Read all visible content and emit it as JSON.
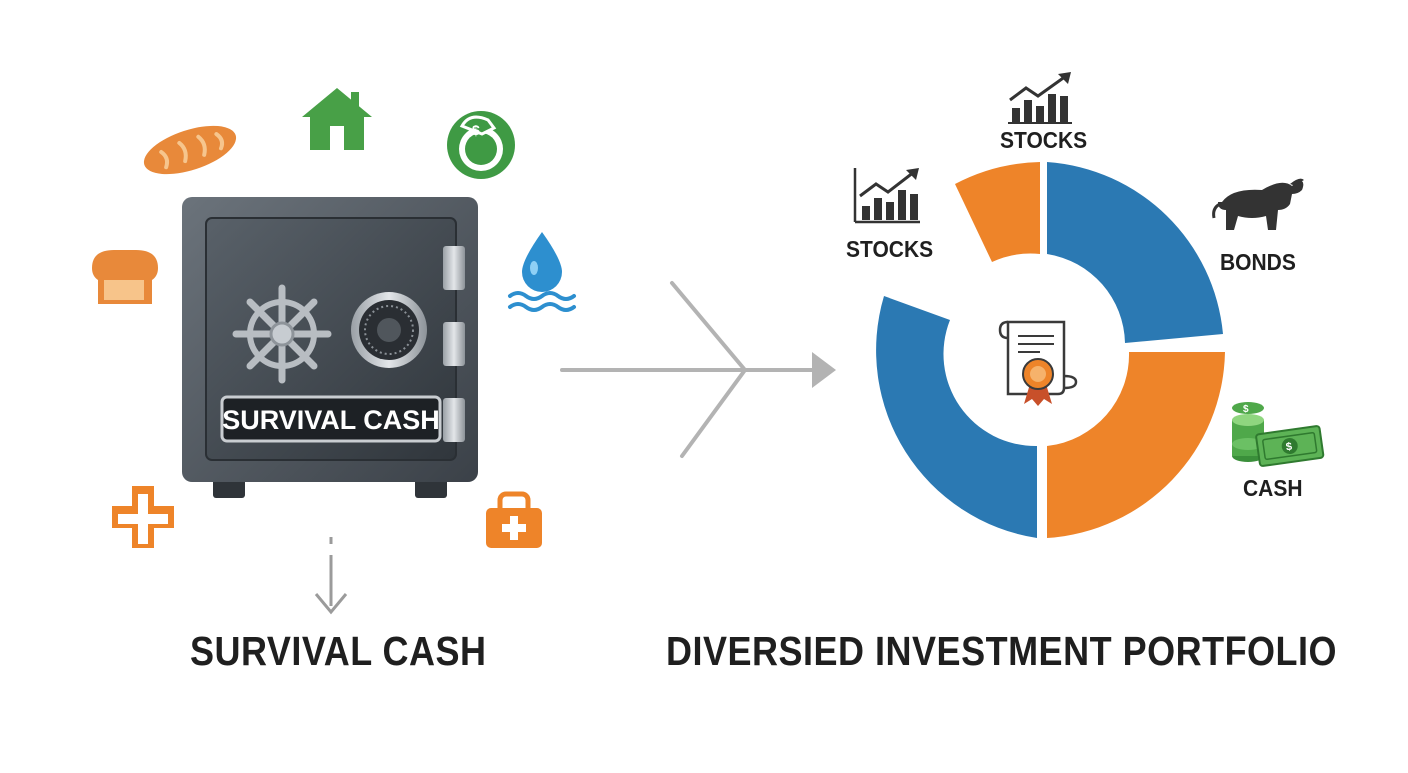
{
  "left": {
    "safe_plate_text": "SURVIVAL CASH",
    "caption": "SURVIVAL CASH",
    "icons": [
      "bread-loaf-icon",
      "house-icon",
      "savings-jar-icon",
      "bread-slice-icon",
      "water-drop-icon",
      "medical-cross-icon",
      "first-aid-kit-icon"
    ]
  },
  "right": {
    "caption": "DIVERSIED INVESTMENT PORTFOLIO",
    "labels": {
      "stocks_top": "STOCKS",
      "stocks_left": "STOCKS",
      "bonds": "BONDS",
      "cash": "CASH"
    },
    "center_icon": "certificate-icon"
  },
  "colors": {
    "blue": "#2b79b3",
    "orange": "#ee8429",
    "green": "#3f9a44",
    "safe": "#4a5159"
  }
}
